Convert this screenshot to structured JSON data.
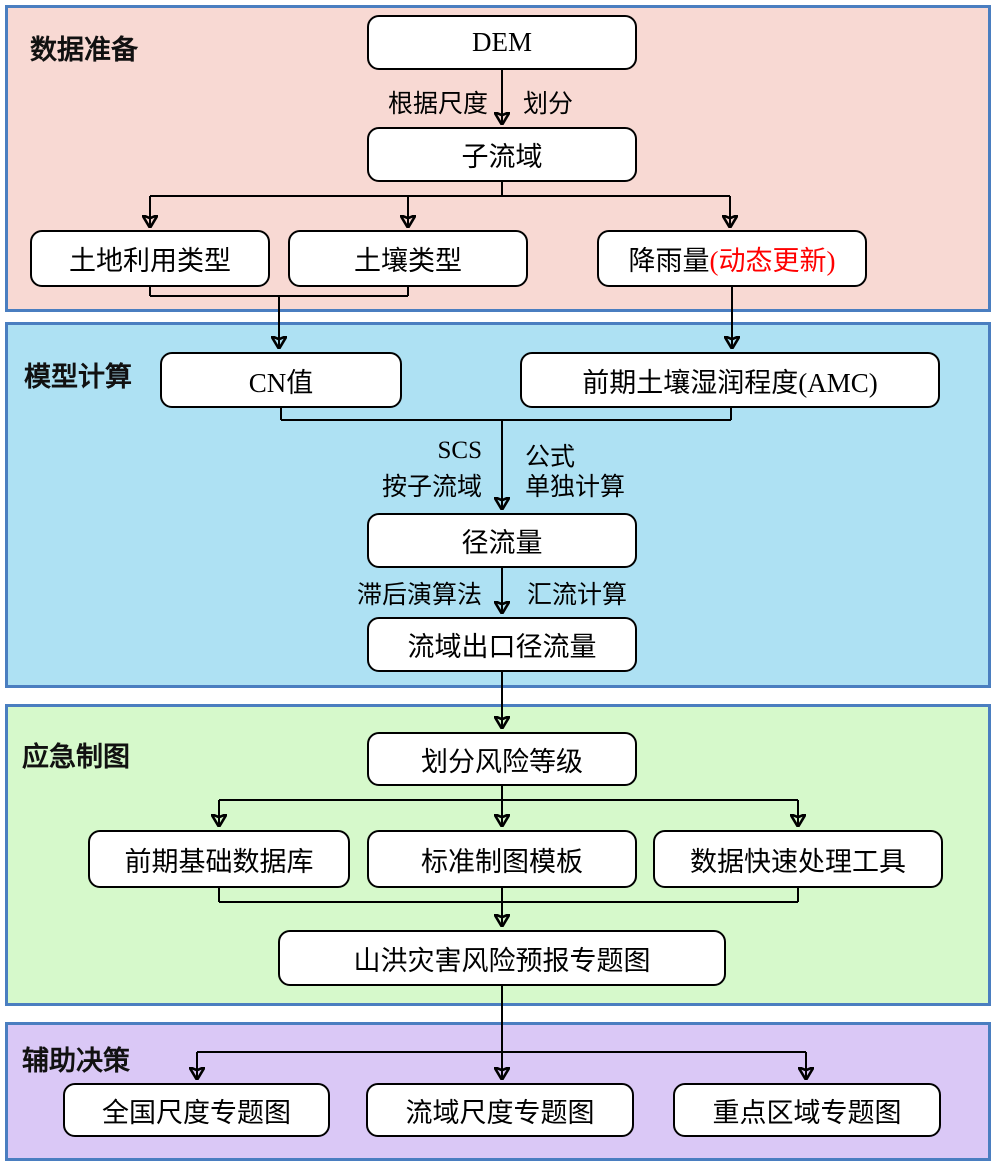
{
  "sections": {
    "data_preparation": {
      "label": "数据准备",
      "bg": "#f8d9d3"
    },
    "model_calculation": {
      "label": "模型计算",
      "bg": "#aee1f3"
    },
    "emergency_mapping": {
      "label": "应急制图",
      "bg": "#d6f9cb"
    },
    "decision_support": {
      "label": "辅助决策",
      "bg": "#dac8f6"
    }
  },
  "nodes": {
    "dem": {
      "label": "DEM"
    },
    "sub_watershed": {
      "label": "子流域"
    },
    "land_use": {
      "label": "土地利用类型"
    },
    "soil_type": {
      "label": "土壤类型"
    },
    "rainfall": {
      "label": "降雨量",
      "annotation": "(动态更新)",
      "annotation_color": "#ff0000"
    },
    "cn_value": {
      "label": "CN值"
    },
    "amc": {
      "label": "前期土壤湿润程度(AMC)"
    },
    "runoff": {
      "label": "径流量"
    },
    "outlet_runoff": {
      "label": "流域出口径流量"
    },
    "risk_level": {
      "label": "划分风险等级"
    },
    "base_database": {
      "label": "前期基础数据库"
    },
    "map_template": {
      "label": "标准制图模板"
    },
    "data_tool": {
      "label": "数据快速处理工具"
    },
    "thematic_map": {
      "label": "山洪灾害风险预报专题图"
    },
    "national_map": {
      "label": "全国尺度专题图"
    },
    "basin_map": {
      "label": "流域尺度专题图"
    },
    "key_area_map": {
      "label": "重点区域专题图"
    }
  },
  "edge_labels": {
    "split_method": "根据尺度",
    "split_action": "划分",
    "scs": "SCS",
    "by_sub_watershed": "按子流域",
    "formula": "公式",
    "separate_calculation": "单独计算",
    "lag_routing_method": "滞后演算法",
    "confluence_calculation": "汇流计算"
  },
  "colors": {
    "section_border": "#4a7ec0",
    "data_preparation_bg": "#f8d9d3",
    "model_calculation_bg": "#aee1f3",
    "emergency_mapping_bg": "#d6f9cb",
    "decision_support_bg": "#dac8f6",
    "node_fill": "#ffffff",
    "node_border": "#000000",
    "connector": "#000000",
    "highlight_red": "#ff0000"
  }
}
